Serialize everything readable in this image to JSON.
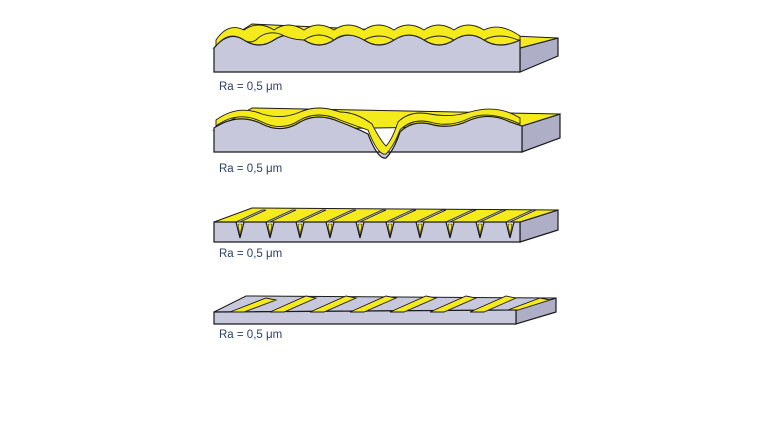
{
  "profiles": [
    {
      "label": "Ra = 0,5 μm",
      "profile": "smooth-waves"
    },
    {
      "label": "Ra = 0,5 μm",
      "profile": "waves-with-deep-valley"
    },
    {
      "label": "Ra = 0,5 μm",
      "profile": "sharp-downward-spikes"
    },
    {
      "label": "Ra = 0,5 μm",
      "profile": "sawtooth-ridges"
    }
  ],
  "colors": {
    "surface_fill": "#c8c8dc",
    "side_fill": "#aeaec6",
    "highlight": "#f4ea1c",
    "outline": "#1a1a1a",
    "label_text": "#2b3f66"
  }
}
